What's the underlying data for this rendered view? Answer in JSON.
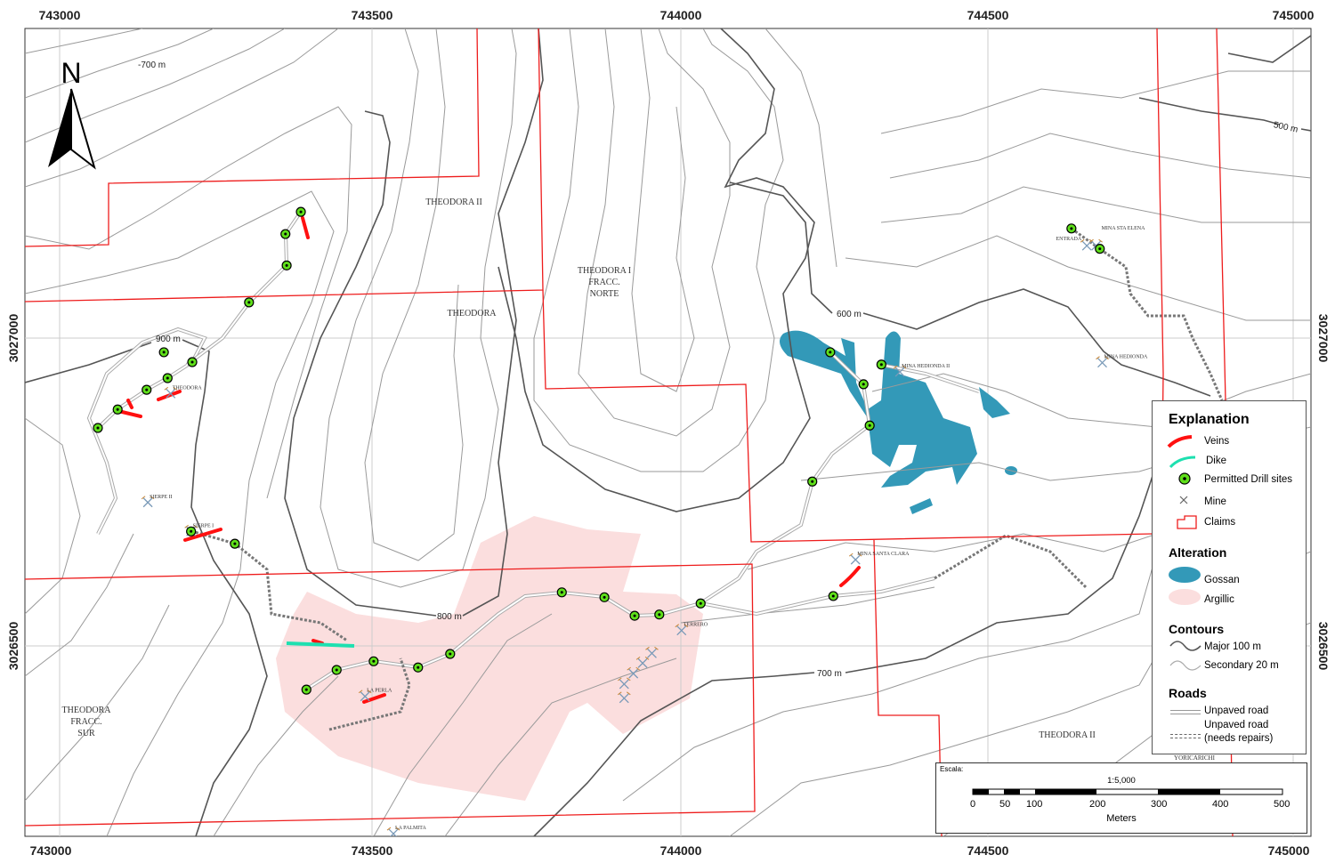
{
  "axes": {
    "x_ticks": [
      "743000",
      "743500",
      "744000",
      "744500",
      "745000"
    ],
    "y_ticks": [
      "3027000",
      "3026500"
    ]
  },
  "north_arrow": {
    "label": "N"
  },
  "claims": [
    {
      "name": "THEODORA II"
    },
    {
      "name": "THEODORA"
    },
    {
      "name": "THEODORA I",
      "line2": "FRACC.",
      "line3": "NORTE"
    },
    {
      "name": "THEODORA",
      "line2": "FRACC.",
      "line3": "SUR"
    },
    {
      "name": "THEODORA II"
    },
    {
      "name": "YORICARICHI"
    }
  ],
  "contour_labels": [
    "-700 m",
    "900 m",
    "800 m",
    "600 m",
    "700 m",
    "500 m"
  ],
  "drill_sites": [
    [
      743391,
      3027205
    ],
    [
      743366,
      3027169
    ],
    [
      743368,
      3027118
    ],
    [
      743307,
      3027058
    ],
    [
      743169,
      3026977
    ],
    [
      743215,
      3026961
    ],
    [
      743175,
      3026935
    ],
    [
      743141,
      3026916
    ],
    [
      743094,
      3026884
    ],
    [
      743062,
      3026854
    ],
    [
      743213,
      3026686
    ],
    [
      743284,
      3026666
    ],
    [
      743400,
      3026429
    ],
    [
      743449,
      3026461
    ],
    [
      743509,
      3026475
    ],
    [
      743581,
      3026465
    ],
    [
      743633,
      3026487
    ],
    [
      743814,
      3026587
    ],
    [
      743883,
      3026579
    ],
    [
      743932,
      3026549
    ],
    [
      743972,
      3026551
    ],
    [
      744039,
      3026569
    ],
    [
      744220,
      3026767
    ],
    [
      744254,
      3026581
    ],
    [
      744249,
      3026977
    ],
    [
      744332,
      3026957
    ],
    [
      744303,
      3026925
    ],
    [
      744313,
      3026858
    ],
    [
      744640,
      3027178
    ],
    [
      744686,
      3027145
    ]
  ],
  "mines": [
    {
      "label": "THEODORA",
      "e": 743180,
      "n": 3026910
    },
    {
      "label": "SIERPE II",
      "e": 743143,
      "n": 3026733
    },
    {
      "label": "SIERPE I",
      "e": 743213,
      "n": 3026686
    },
    {
      "label": "LA PERLA",
      "e": 743495,
      "n": 3026418
    },
    {
      "label": "LA PALMITA",
      "e": 743541,
      "n": 3026195
    },
    {
      "label": "TERRERO",
      "e": 744008,
      "n": 3026525
    },
    {
      "label": "",
      "e": 743960,
      "n": 3026488
    },
    {
      "label": "",
      "e": 743945,
      "n": 3026472
    },
    {
      "label": "",
      "e": 743930,
      "n": 3026455
    },
    {
      "label": "",
      "e": 743915,
      "n": 3026438
    },
    {
      "label": "",
      "e": 743915,
      "n": 3026415
    },
    {
      "label": "MINA SANTA CLARA",
      "e": 744290,
      "n": 3026640
    },
    {
      "label": "MINA HEDIONDA II",
      "e": 744362,
      "n": 3026945
    },
    {
      "label": "MINA HEDIONDA",
      "e": 744690,
      "n": 3026960
    },
    {
      "label": "ENTRADA",
      "e": 744665,
      "n": 3027150
    },
    {
      "label": "MINA STA ELENA",
      "e": 744680,
      "n": 3027150
    }
  ],
  "legend": {
    "title": "Explanation",
    "items": [
      "Veins",
      "Dike",
      "Permitted Drill sites",
      "Mine",
      "Claims"
    ],
    "alteration_title": "Alteration",
    "alteration": [
      "Gossan",
      "Argillic"
    ],
    "contours_title": "Contours",
    "contours": [
      "Major 100 m",
      "Secondary 20 m"
    ],
    "roads_title": "Roads",
    "roads": [
      "Unpaved road",
      "Unpaved road",
      "(needs repairs)"
    ]
  },
  "scale": {
    "title": "Escala:",
    "ratio": "1:5,000",
    "ticks": [
      "0",
      "50",
      "100",
      "200",
      "300",
      "400",
      "500"
    ],
    "unit": "Meters"
  },
  "colors": {
    "claims": "#ee1c1c",
    "veins": "#ff1010",
    "dike": "#1de0b0",
    "drill": "#5fe01a",
    "gossan": "#3399b8",
    "argillic": "#fbdede"
  }
}
